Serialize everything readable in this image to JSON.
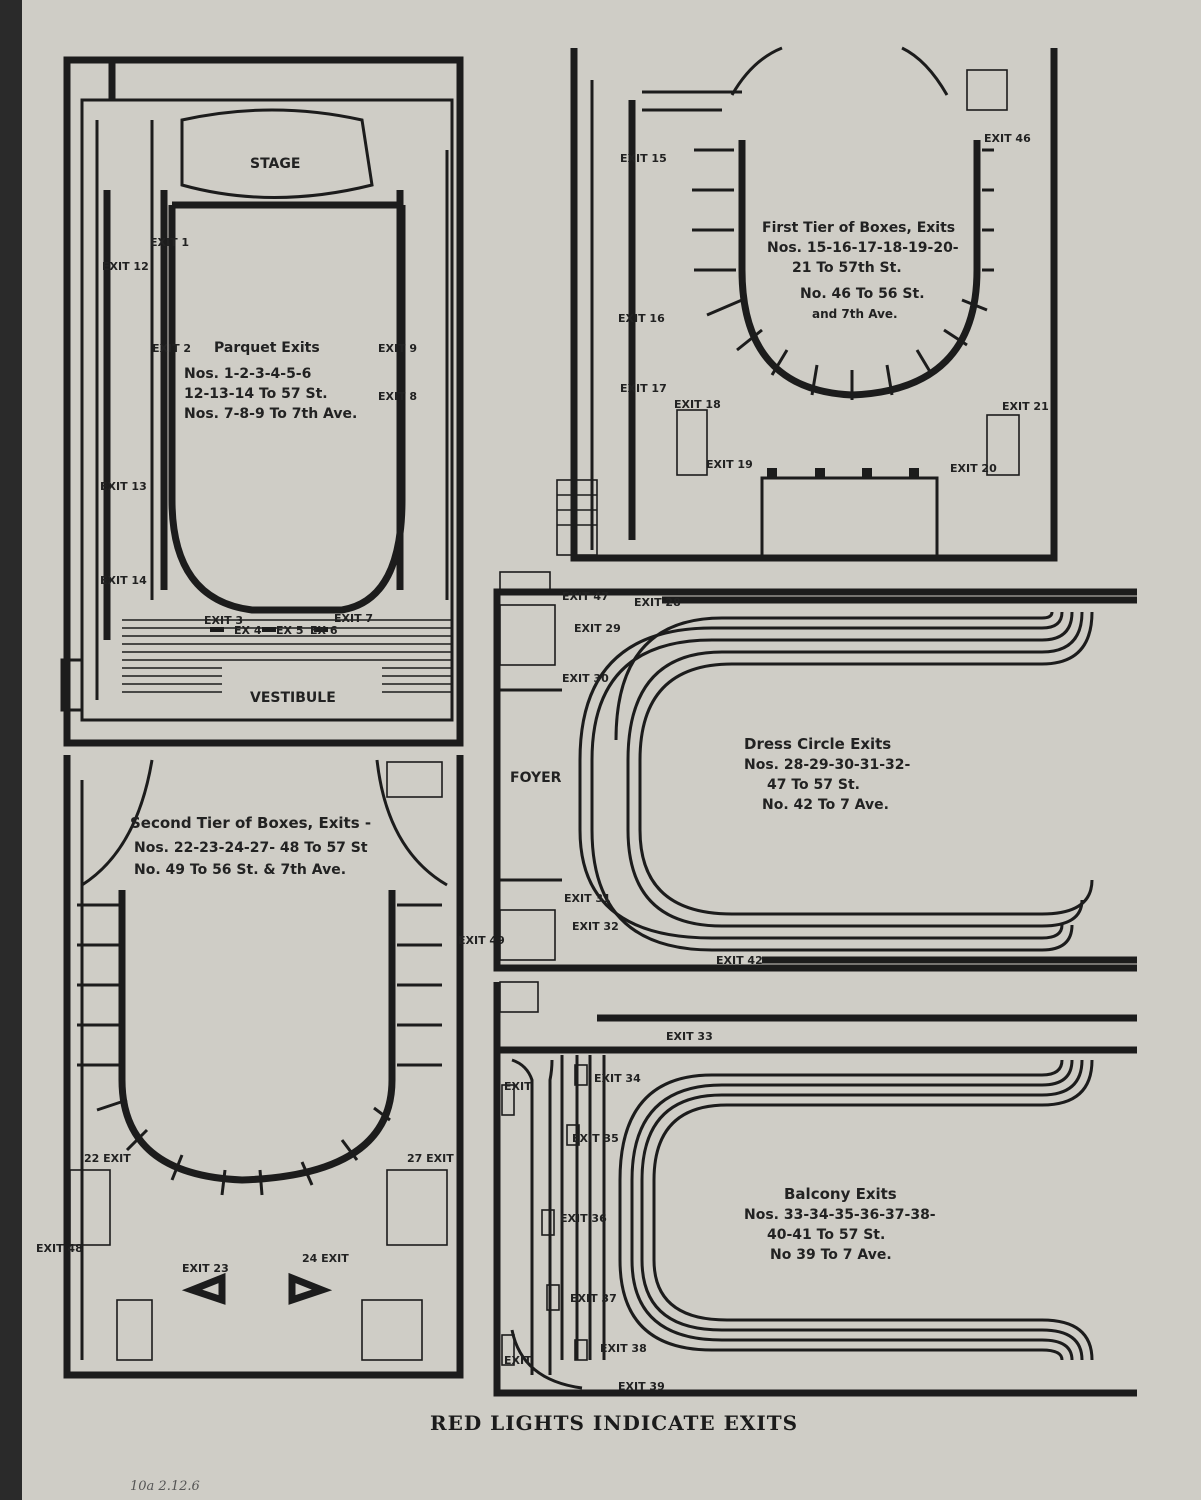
{
  "parquet": {
    "stage": "STAGE",
    "vestibule": "VESTIBULE",
    "title": "Parquet Exits",
    "line1": "Nos. 1-2-3-4-5-6",
    "line2": "12-13-14 To 57 St.",
    "line3": "Nos. 7-8-9 To 7th Ave.",
    "exits": [
      "EXIT 1",
      "EXIT 2",
      "EXIT 3",
      "EX 4",
      "EX 5",
      "EX 6",
      "EXIT 7",
      "EXIT 8",
      "EXIT 9",
      "EXIT 12",
      "EXIT 13",
      "EXIT 14"
    ]
  },
  "first_tier": {
    "line1": "First Tier of Boxes, Exits",
    "line2": "Nos. 15-16-17-18-19-20-",
    "line3": "21 To 57th St.",
    "line4": "No. 46 To 56 St.",
    "line5": "and 7th Ave.",
    "exits": [
      "EXIT 15",
      "EXIT 16",
      "EXIT 17",
      "EXIT 18",
      "EXIT 19",
      "EXIT 20",
      "EXIT 21",
      "EXIT 46"
    ]
  },
  "second_tier": {
    "line1": "Second Tier of Boxes, Exits -",
    "line2": "Nos. 22-23-24-27- 48 To 57 St",
    "line3": "No. 49 To 56 St. & 7th Ave.",
    "exits": [
      "22 EXIT",
      "EXIT 23",
      "24 EXIT",
      "27 EXIT",
      "EXIT 48",
      "EXIT 49"
    ]
  },
  "dress_circle": {
    "foyer": "FOYER",
    "line1": "Dress Circle Exits",
    "line2": "Nos. 28-29-30-31-32-",
    "line3": "47 To 57 St.",
    "line4": "No. 42 To 7 Ave.",
    "exits": [
      "EXIT 28",
      "EXIT 29",
      "EXIT 30",
      "EXIT 31",
      "EXIT 32",
      "EXIT 42",
      "EXIT 47"
    ]
  },
  "balcony": {
    "line1": "Balcony Exits",
    "line2": "Nos. 33-34-35-36-37-38-",
    "line3": "40-41 To 57 St.",
    "line4": "No 39 To 7 Ave.",
    "exits": [
      "EXIT 33",
      "EXIT 34",
      "EXIT 35",
      "EXIT 36",
      "EXIT 37",
      "EXIT 38",
      "EXIT 39",
      "EXIT",
      "EXIT"
    ]
  },
  "footer": {
    "caption": "RED LIGHTS INDICATE EXITS",
    "note": "10a 2.12.6"
  },
  "colors": {
    "paper": "#cfcdc6",
    "ink": "#1c1c1c",
    "background": "#2a2a2a"
  }
}
